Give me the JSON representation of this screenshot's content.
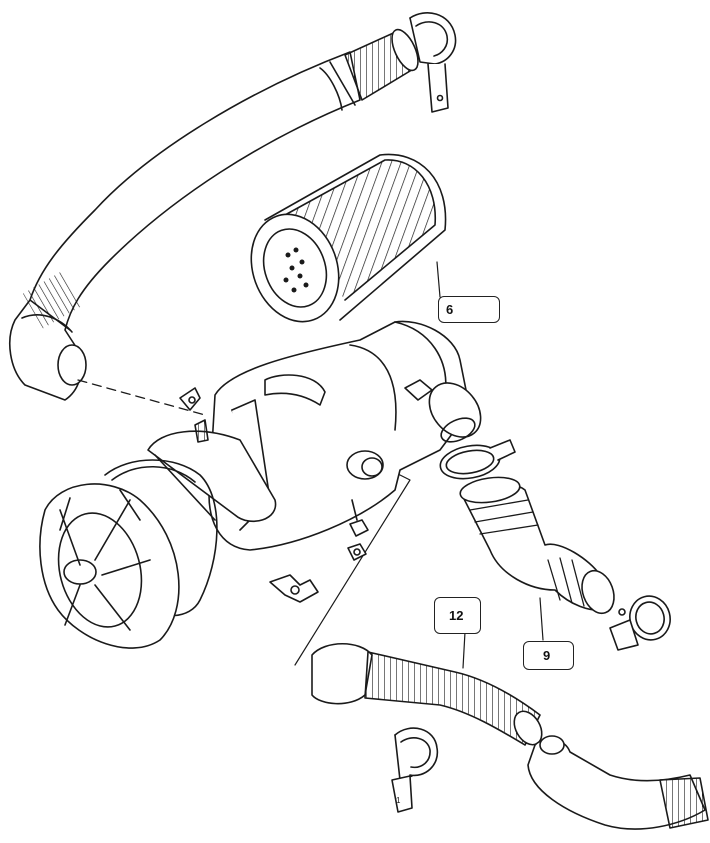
{
  "diagram": {
    "callouts": [
      {
        "id": "6",
        "label": "6"
      },
      {
        "id": "9",
        "label": "9"
      },
      {
        "id": "12",
        "label": "12"
      }
    ],
    "line_color": "#1a1a1a",
    "background": "#ffffff"
  }
}
